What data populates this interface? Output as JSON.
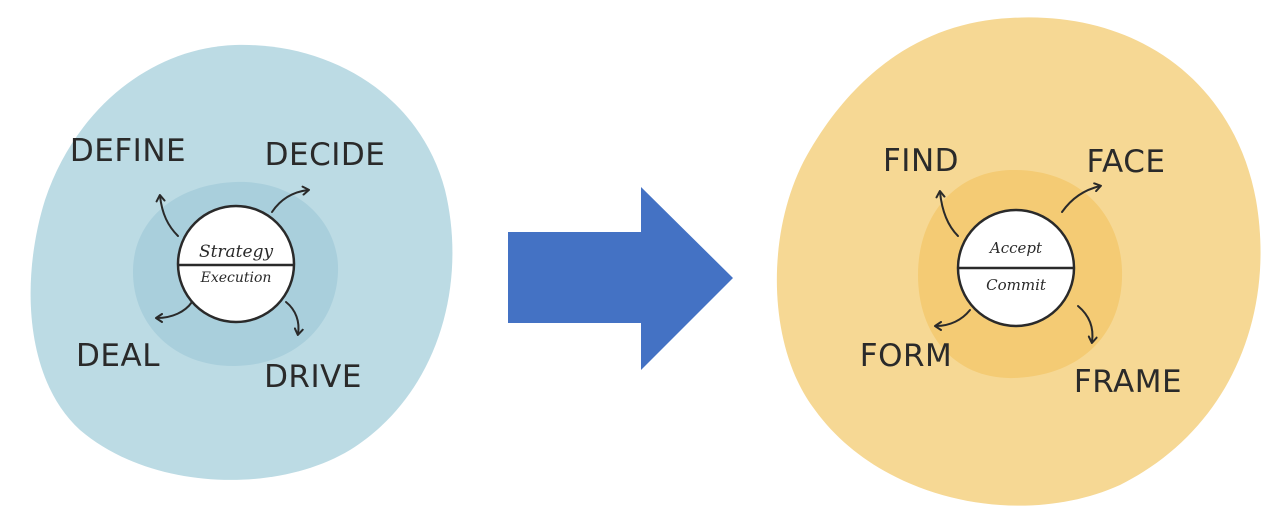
{
  "colors": {
    "left_blob": "#bcdbe4",
    "left_inner": "#a9cfdc",
    "right_blob": "#f6d894",
    "right_inner": "#f4cb74",
    "arrow": "#4472c4",
    "ink": "#2a2a2a",
    "hub_fill": "#ffffff"
  },
  "left": {
    "hub_top": "Strategy",
    "hub_bottom": "Execution",
    "top_left": "DEFINE",
    "top_right": "DECIDE",
    "bottom_left": "DEAL",
    "bottom_right": "DRIVE"
  },
  "right": {
    "hub_top": "Accept",
    "hub_bottom": "Commit",
    "top_left": "FIND",
    "top_right": "FACE",
    "bottom_left": "FORM",
    "bottom_right": "FRAME"
  },
  "transition_arrow_icon": "arrow-right-icon"
}
